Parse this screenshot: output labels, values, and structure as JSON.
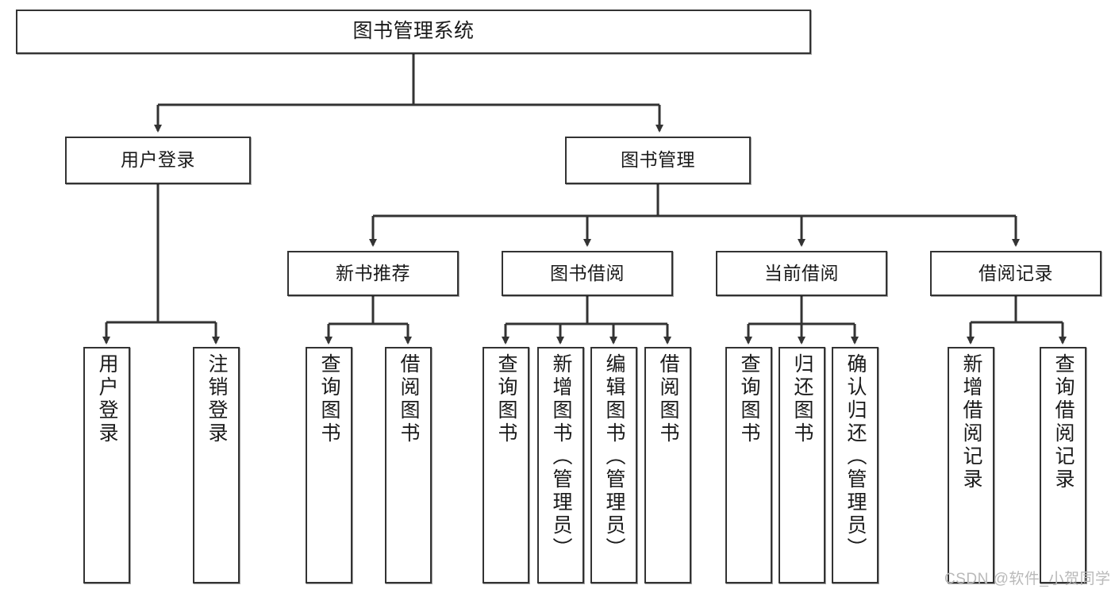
{
  "diagram": {
    "type": "tree",
    "title": "图书管理系统",
    "watermark": "CSDN @软件_小贺同学",
    "colors": {
      "background": "#ffffff",
      "box_border": "#333333",
      "box_fill": "#ffffff",
      "connector": "#333333",
      "text": "#1a1a1a",
      "watermark": "#b9b9b9"
    },
    "root": {
      "label": "图书管理系统"
    },
    "level2": [
      {
        "label": "用户登录"
      },
      {
        "label": "图书管理"
      }
    ],
    "level3": [
      {
        "label": "新书推荐"
      },
      {
        "label": "图书借阅"
      },
      {
        "label": "当前借阅"
      },
      {
        "label": "借阅记录"
      }
    ],
    "leaves": {
      "user_login": [
        {
          "label": "用户登录"
        },
        {
          "label": "注销登录"
        }
      ],
      "new_book": [
        {
          "label": "查询图书"
        },
        {
          "label": "借阅图书"
        }
      ],
      "book_borrow": [
        {
          "label": "查询图书"
        },
        {
          "label": "新增图书（管理员）"
        },
        {
          "label": "编辑图书（管理员）"
        },
        {
          "label": "借阅图书"
        }
      ],
      "current_borrow": [
        {
          "label": "查询图书"
        },
        {
          "label": "归还图书"
        },
        {
          "label": "确认归还（管理员）"
        }
      ],
      "borrow_record": [
        {
          "label": "新增借阅记录"
        },
        {
          "label": "查询借阅记录"
        }
      ]
    }
  }
}
